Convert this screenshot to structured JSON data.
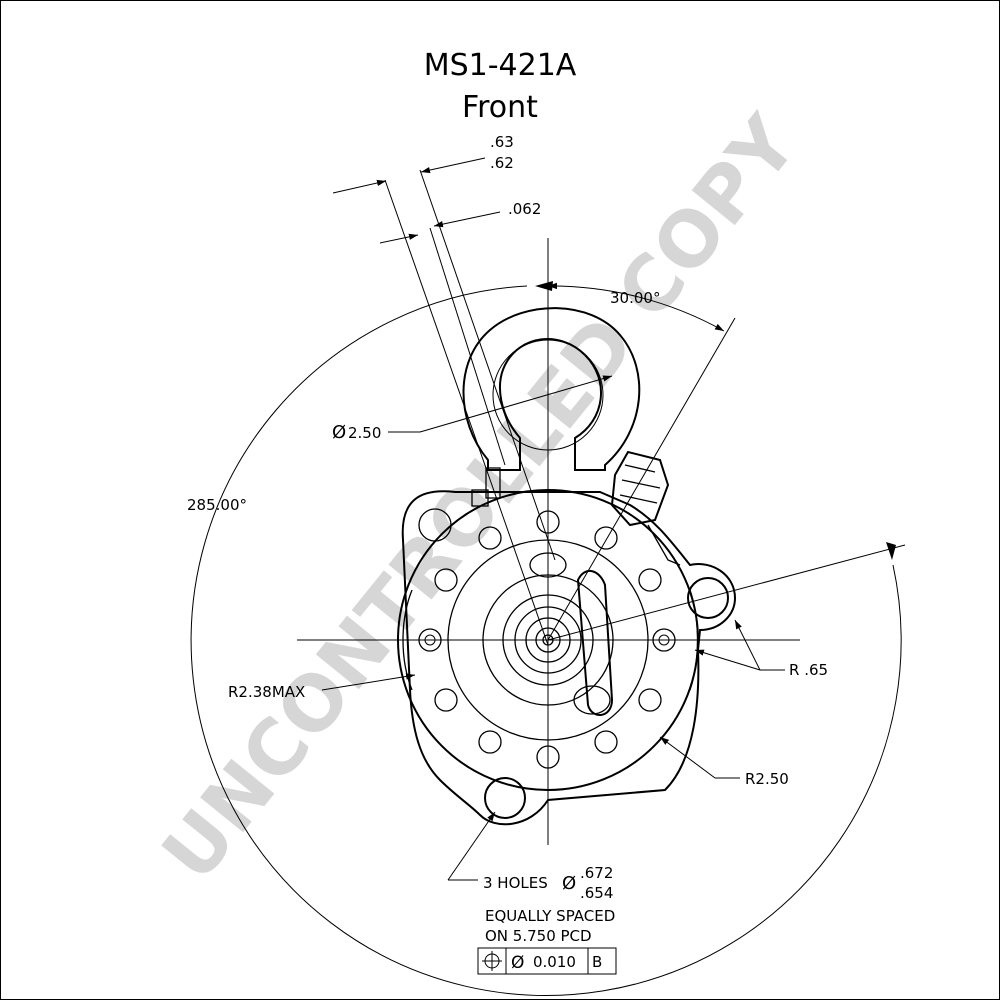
{
  "title": "MS1-421A",
  "subtitle": "Front",
  "watermark": "UNCONTROLLED COPY",
  "dims": {
    "top_upper": ".63",
    "top_lower": ".62",
    "gap": ".062",
    "angle_30": "30.00°",
    "angle_285": "285.00°",
    "dia_250": "2.50",
    "r_max": "R2.38MAX",
    "r_65": "R .65",
    "r_250": "R2.50"
  },
  "notes": {
    "holes_prefix": "3 HOLES",
    "holes_upper": ".672",
    "holes_lower": ".654",
    "spacing_1": "EQUALLY SPACED",
    "spacing_2": "ON 5.750 PCD"
  },
  "tolerance": {
    "value": "0.010",
    "datum": "B"
  },
  "icons": [
    "diameter-symbol",
    "position-symbol",
    "arrowhead"
  ]
}
